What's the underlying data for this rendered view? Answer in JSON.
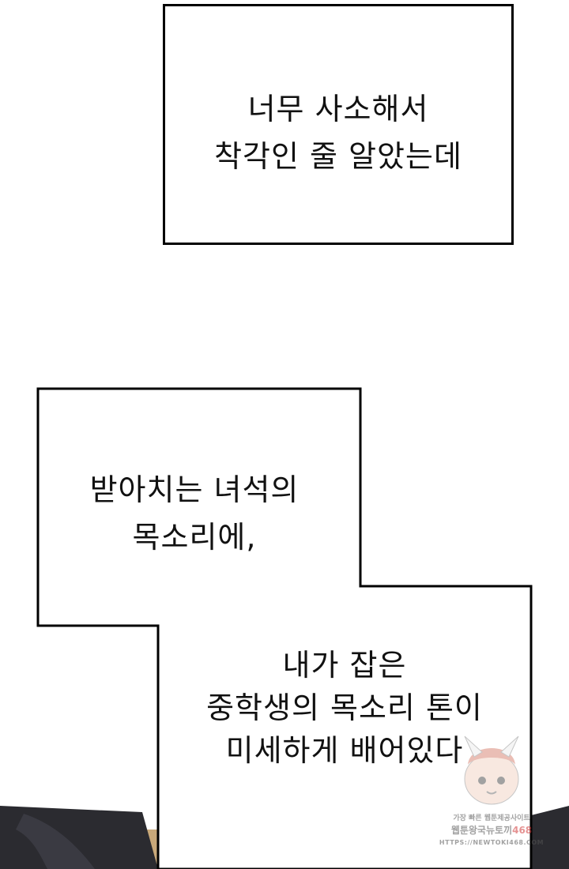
{
  "narration_1": {
    "lines": [
      "너무 사소해서",
      "착각인 줄 알았는데"
    ]
  },
  "narration_2": {
    "part_a": [
      "받아치는 녀석의",
      "목소리에,"
    ],
    "part_b": [
      "내가 잡은",
      "중학생의 목소리 톤이",
      "미세하게 배어있다"
    ]
  },
  "watermark": {
    "line1": "가장 빠른 웹툰제공사이트",
    "line2": "뉴토끼",
    "line2_prefix": "웹툰왕국",
    "line2_num": "468",
    "line3": "HTTPS://NEWTOKI468.COM"
  },
  "colors": {
    "border": "#000000",
    "background": "#ffffff",
    "text": "#111111",
    "scene_dark": "#2b2b30",
    "scene_floor": "#c9a97a"
  }
}
